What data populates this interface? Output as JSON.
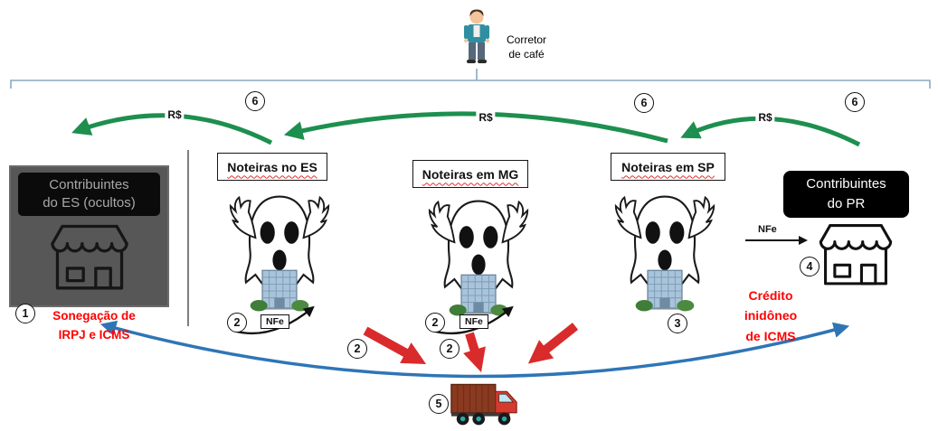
{
  "broker": {
    "label_line1": "Corretor",
    "label_line2": "de café"
  },
  "left_group": {
    "contrib_line1": "Contribuintes",
    "contrib_line2": "do ES (ocultos)",
    "step_badge": "1",
    "note_line1": "Sonegação de",
    "note_line2": "IRPJ e ICMS"
  },
  "noteiras": [
    {
      "label": "Noteiras no ES",
      "nfe_label": "NFe",
      "step_badge": "2"
    },
    {
      "label": "Noteiras em MG",
      "nfe_label": "NFe",
      "step_badge": "2"
    },
    {
      "label": "Noteiras em SP",
      "step_badge": "3"
    }
  ],
  "right_group": {
    "contrib_line1": "Contribuintes",
    "contrib_line2": "do PR",
    "nfe_label": "NFe",
    "step_badge": "4",
    "note_line1": "Crédito",
    "note_line2": "inidôneo",
    "note_line3": "de ICMS"
  },
  "money_flows": [
    {
      "label": "R$",
      "badge": "6"
    },
    {
      "label": "R$",
      "badge": "6"
    },
    {
      "label": "R$",
      "badge": "6"
    }
  ],
  "shipping": {
    "badge": "5",
    "arrow_badges": [
      "2",
      "2"
    ]
  },
  "colors": {
    "money_arrow_green": "#1d8f4e",
    "goods_arrow_blue": "#2e75b6",
    "cargo_arrow_red": "#d92b2b",
    "alert_text_red": "#ff0000",
    "dark_box_bg": "#575757",
    "black_box_bg": "#000000",
    "bracket_blue": "#8aa8bf"
  }
}
